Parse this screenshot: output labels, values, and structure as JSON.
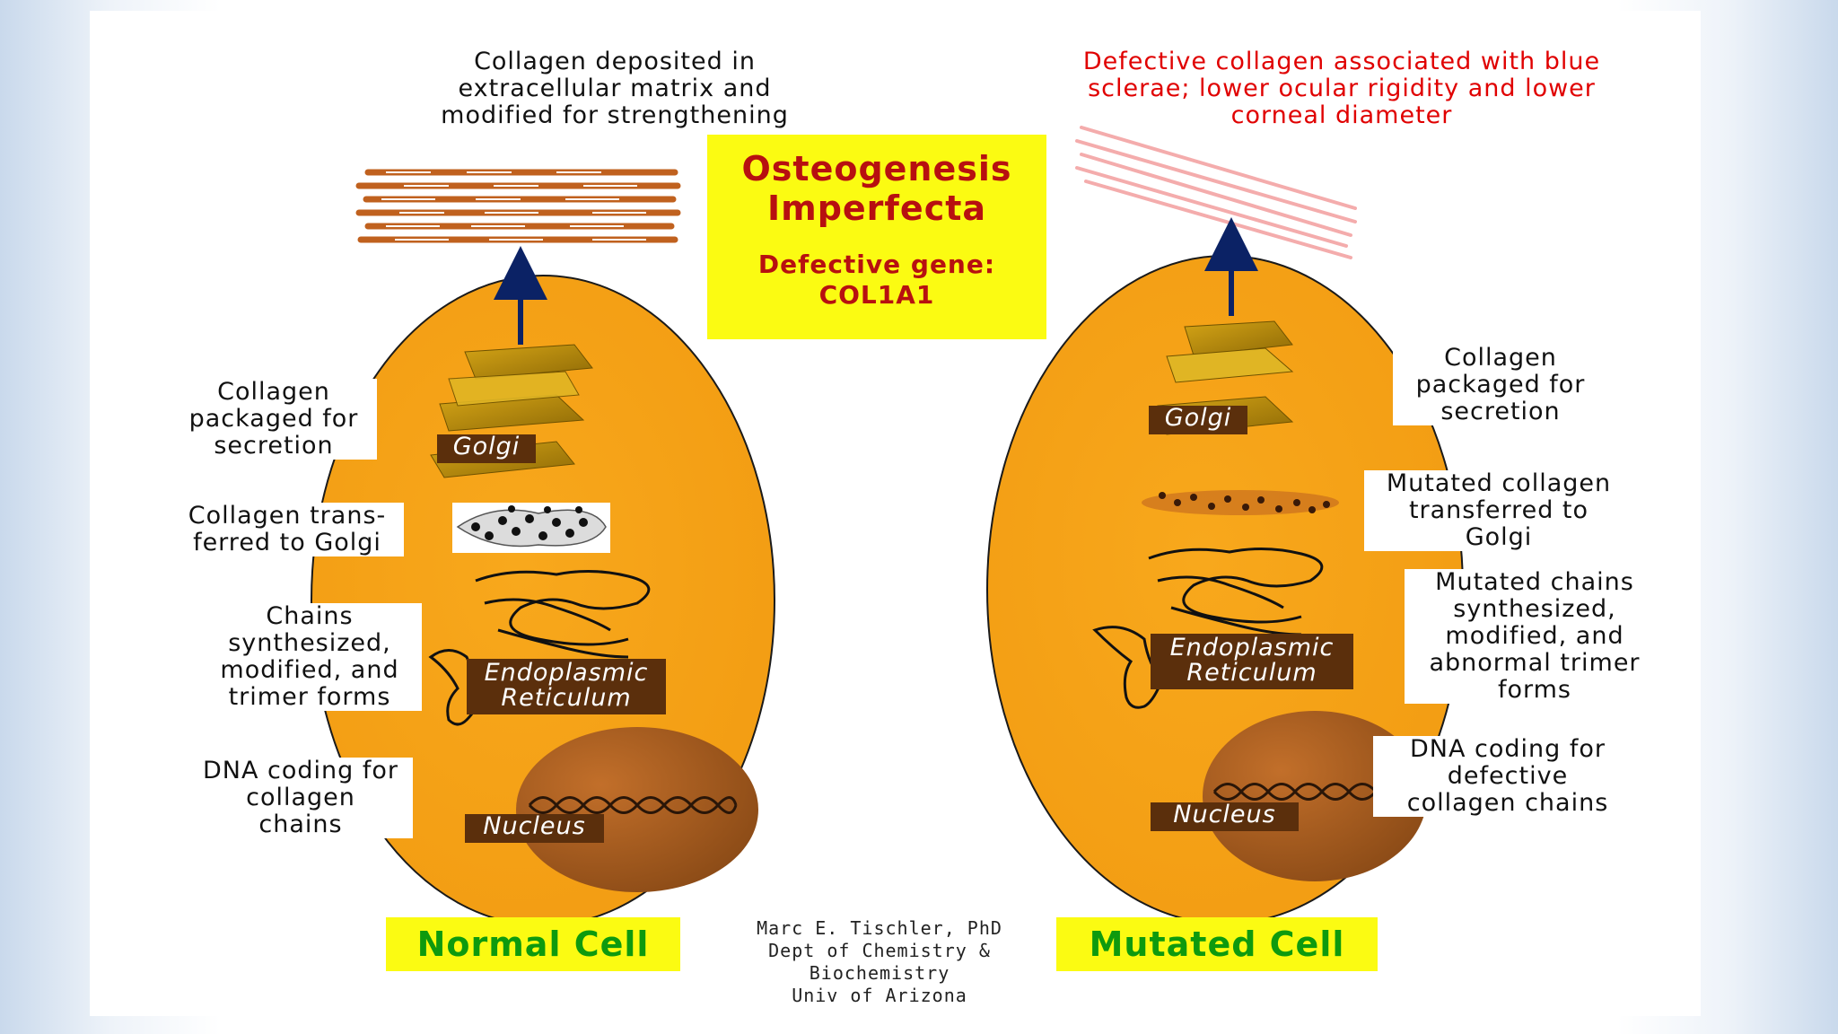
{
  "title": "Osteogenesis\nImperfecta",
  "gene": "Defective gene:\nCOL1A1",
  "credit": "Marc E. Tischler, PhD\nDept of Chemistry &\nBiochemistry\nUniv of Arizona",
  "normal": {
    "name": "Normal Cell",
    "top_caption": "Collagen deposited in\nextracellular matrix and\nmodified for strengthening",
    "golgi_caption": "Collagen\npackaged for\nsecretion",
    "transfer_caption": "Collagen trans-\nferred to Golgi",
    "chains_caption": "Chains\nsynthesized,\nmodified, and\ntrimer forms",
    "dna_caption": "DNA coding for\ncollagen\nchains",
    "golgi_label": "Golgi",
    "er_label": "Endoplasmic\nReticulum",
    "nucleus_label": "Nucleus"
  },
  "mutated": {
    "name": "Mutated Cell",
    "top_caption": "Defective collagen associated with blue\nsclerae; lower ocular rigidity and lower\ncorneal diameter",
    "golgi_caption": "Collagen\npackaged for\nsecretion",
    "transfer_caption": "Mutated collagen\ntransferred to\nGolgi",
    "chains_caption": "Mutated chains\nsynthesized,\nmodified, and\nabnormal trimer\nforms",
    "dna_caption": "DNA coding for\ndefective\ncollagen chains",
    "golgi_label": "Golgi",
    "er_label": "Endoplasmic\nReticulum",
    "nucleus_label": "Nucleus"
  },
  "colors": {
    "cell": "#f5a21a",
    "label_bg": "#5b2f0c",
    "title_bg": "#fbfb12",
    "title_text": "#b71010",
    "cell_name_text": "#0e9a0e",
    "mutated_caption": "#e00000",
    "arrow": "#0b2265"
  }
}
